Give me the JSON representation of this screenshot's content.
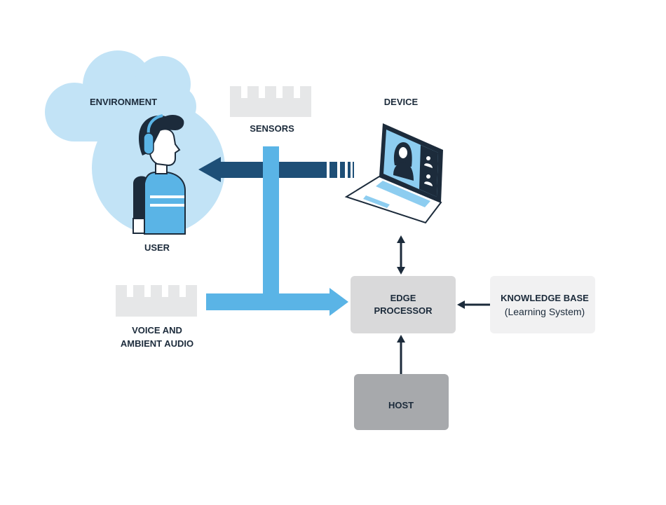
{
  "environment": {
    "label": "ENVIRONMENT",
    "icon": "cloud-icon"
  },
  "user": {
    "label": "USER",
    "icon": "person-with-headphones-icon"
  },
  "sensors": {
    "label": "SENSORS",
    "icon": "sensor-comb-icon"
  },
  "device": {
    "label": "DEVICE",
    "icon": "laptop-video-call-icon"
  },
  "voice_audio": {
    "lines": [
      "VOICE AND",
      "AMBIENT AUDIO"
    ],
    "icon": "sensor-comb-icon"
  },
  "edge_processor": {
    "lines": [
      "EDGE",
      "PROCESSOR"
    ],
    "color": "#d9d9da"
  },
  "knowledge_base": {
    "title": "KNOWLEDGE BASE",
    "subtitle": "(Learning System)",
    "color": "#f1f1f2"
  },
  "host": {
    "label": "HOST",
    "color": "#a7a9ac"
  },
  "colors": {
    "navy": "#1c2b3b",
    "dark_arrow": "#1e4f77",
    "light_blue": "#5ab4e6",
    "cloud": "#c2e3f6",
    "screen": "#8dcdf0",
    "comb_gray": "#e6e7e8"
  }
}
